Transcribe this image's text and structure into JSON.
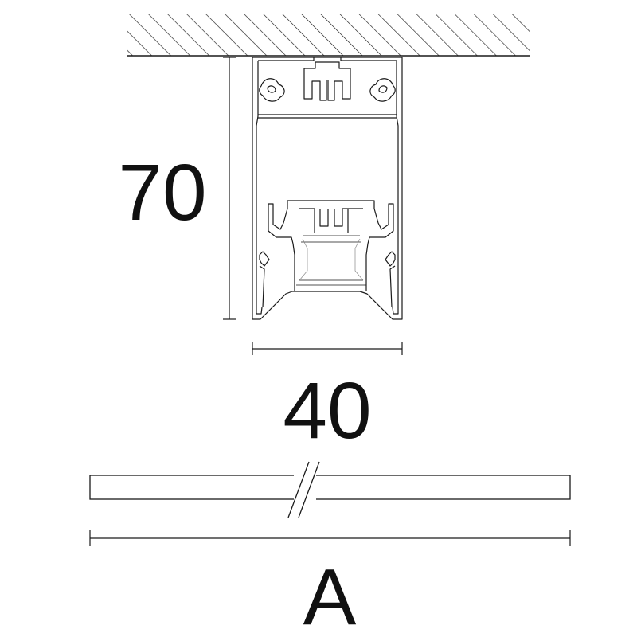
{
  "colors": {
    "line": "#1a1a1a",
    "background": "#ffffff"
  },
  "dimensions": {
    "height_label": "70",
    "width_label": "40",
    "length_label": "A"
  }
}
